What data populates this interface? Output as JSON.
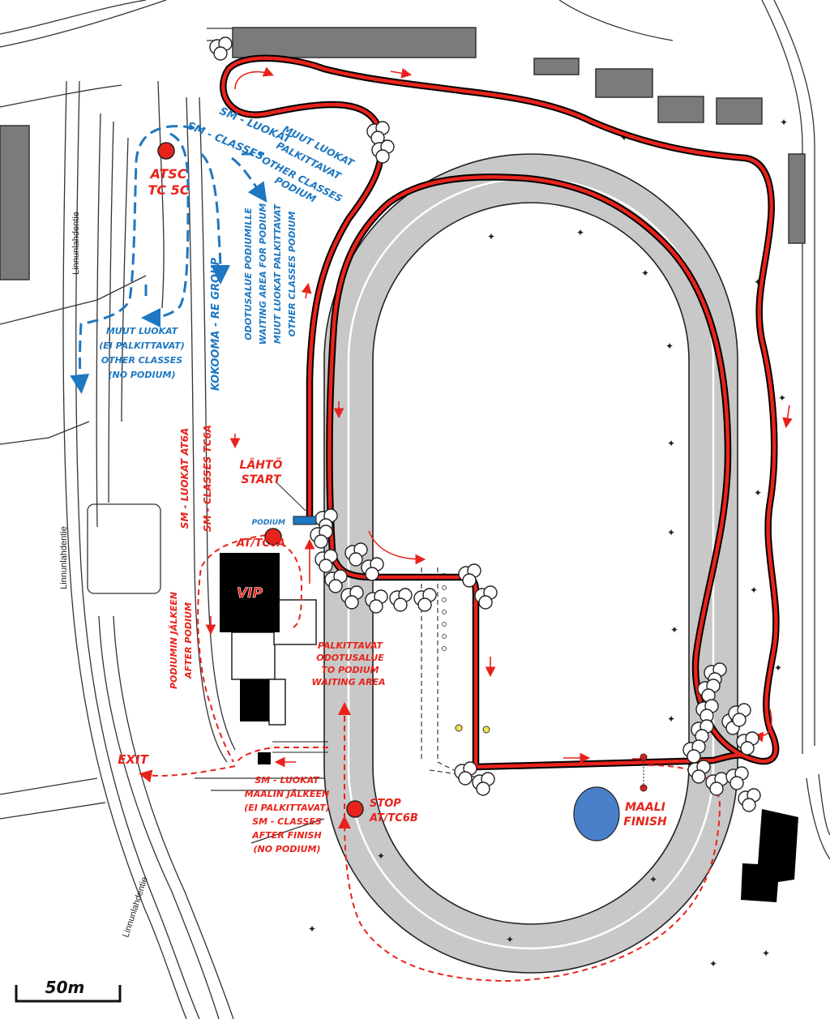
{
  "colors": {
    "route": "#e8231b",
    "waiting": "#1e78c2",
    "track": "#c8c8c8",
    "building": "#7b7b7b",
    "pond": "#4a7fc9"
  },
  "streets": {
    "street_1": "Linnunlahdentie",
    "street_2": "Linnunlahdentie",
    "street_3": "Linnunlahdentie"
  },
  "controls": {
    "atsc_1": "ATSC",
    "atsc_2": "TC 5C",
    "at6a": "AT/TC6A",
    "stop_1": "STOP",
    "stop_2": "AT/TC6B"
  },
  "labels": {
    "start_1": "LÄHTÖ",
    "start_2": "START",
    "finish_1": "MAALI",
    "finish_2": "FINISH",
    "vip": "VIP",
    "podium": "PODIUM",
    "exit": "EXIT",
    "regroup": "KOKOOMA - RE GROUP",
    "sm_at6a": "SM - LUOKAT AT6A",
    "sm_tc6a": "SM - CLASSES TC6A",
    "after_podium_1": "PODIUMIN JÄLKEEN",
    "after_podium_2": "AFTER PODIUM",
    "podium_wait_1": "PALKITTAVAT",
    "podium_wait_2": "ODOTUSALUE",
    "podium_wait_3": "TO PODIUM",
    "podium_wait_4": "WAITING AREA",
    "sm_after_1": "SM - LUOKAT",
    "sm_after_2": "MAALIN JÄLKEEN",
    "sm_after_3": "(EI PALKITTAVAT)",
    "sm_after_4": "SM - CLASSES",
    "sm_after_5": "AFTER FINISH",
    "sm_after_6": "(NO PODIUM)",
    "sm_luokat_top": "SM - LUOKAT",
    "sm_classes_top": "SM - CLASSES",
    "muut_pal_1": "MUUT LUOKAT",
    "muut_pal_2": "PALKITTAVAT",
    "muut_pal_3": "OTHER CLASSES",
    "muut_pal_4": "PODIUM",
    "odotus_1": "ODOTUSALUE PODIUMILLE",
    "odotus_2": "WAITING AREA FOR PODIUM",
    "odotus_3": "MUUT LUOKAT PALKITTAVAT",
    "odotus_4": "OTHER CLASSES PODIUM",
    "muut_np_1": "MUUT LUOKAT",
    "muut_np_2": "(EI PALKITTAVAT)",
    "muut_np_3": "OTHER CLASSES",
    "muut_np_4": "(NO PODIUM)"
  },
  "scale": {
    "label": "50m"
  }
}
